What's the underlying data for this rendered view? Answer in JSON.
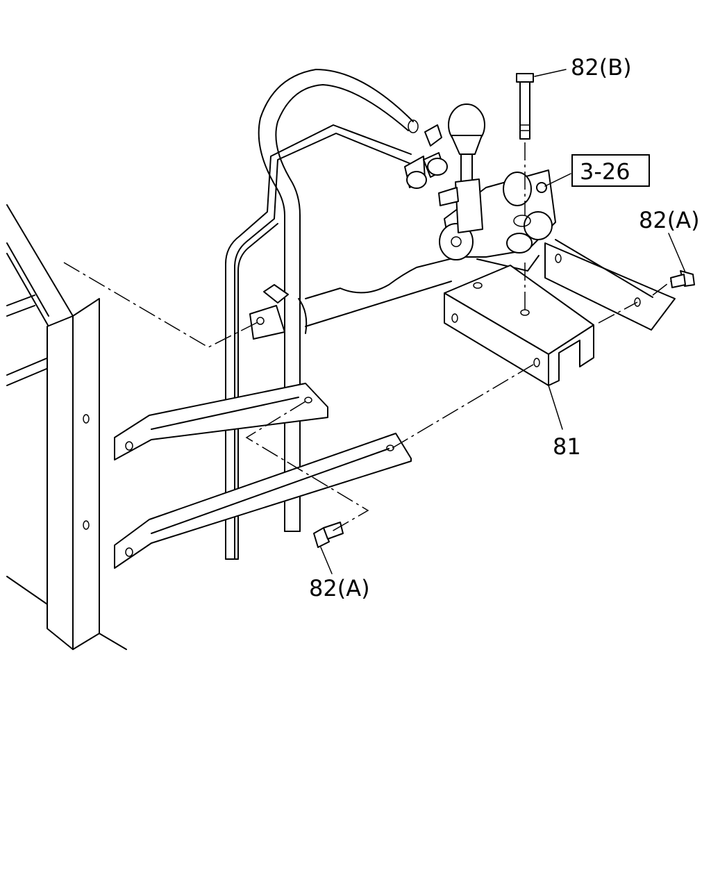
{
  "callouts": {
    "bolt_b": "82(B)",
    "bolt_a_right": "82(A)",
    "bolt_a_bottom": "82(A)",
    "bracket": "81",
    "reference": "3-26"
  }
}
